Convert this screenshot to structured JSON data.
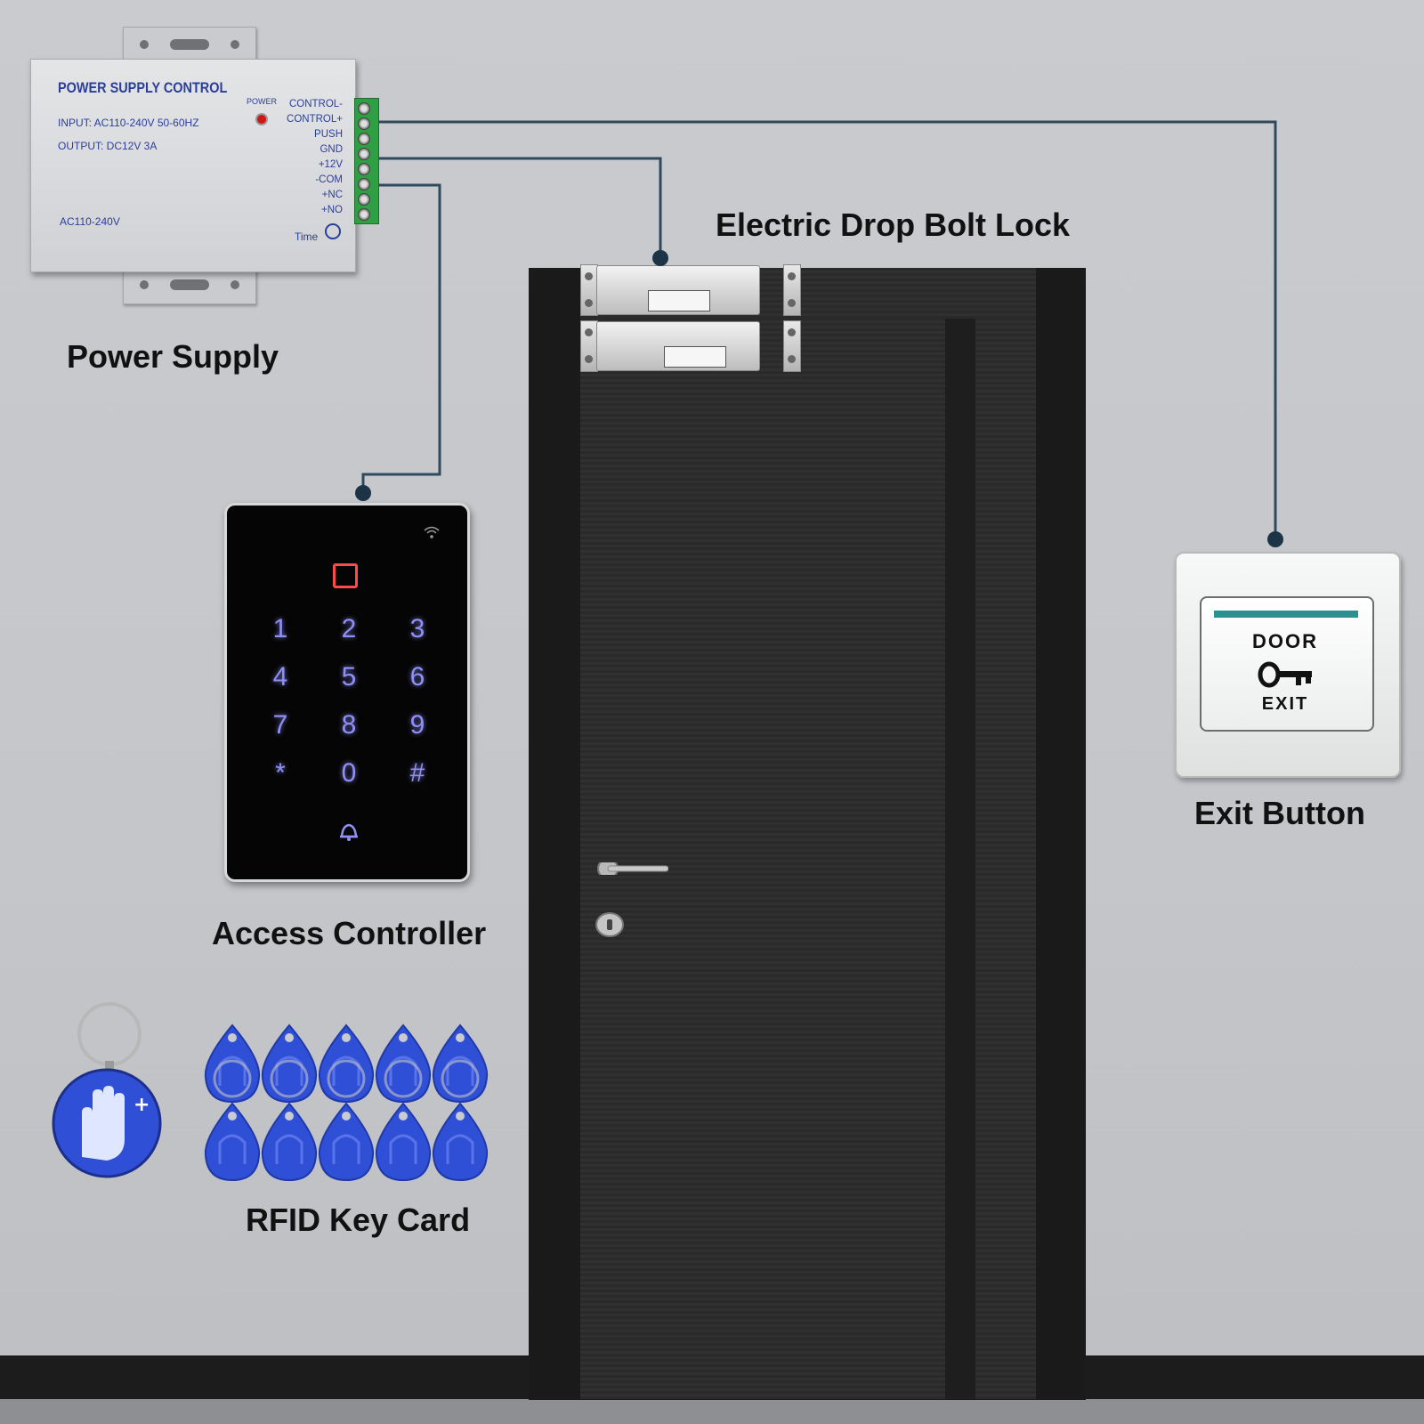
{
  "labels": {
    "power_supply": "Power Supply",
    "drop_bolt": "Electric Drop Bolt Lock",
    "access_controller": "Access Controller",
    "exit_button": "Exit Button",
    "rfid": "RFID Key Card"
  },
  "psu": {
    "title": "POWER SUPPLY CONTROL",
    "input": "INPUT: AC110-240V 50-60HZ",
    "output": "OUTPUT: DC12V  3A",
    "ac": "AC110-240V",
    "power": "POWER",
    "time": "Time",
    "terminals": [
      "CONTROL-",
      "CONTROL+",
      "PUSH",
      "GND",
      "+12V",
      "-COM",
      "+NC",
      "+NO"
    ]
  },
  "keypad": {
    "keys": [
      "1",
      "2",
      "3",
      "4",
      "5",
      "6",
      "7",
      "8",
      "9",
      "*",
      "0",
      "#"
    ]
  },
  "exit": {
    "top": "DOOR",
    "bottom": "EXIT"
  },
  "colors": {
    "wire": "#2d4a5e",
    "keyfob": "#2f4fd6",
    "key_glow": "#8f8ff5"
  }
}
